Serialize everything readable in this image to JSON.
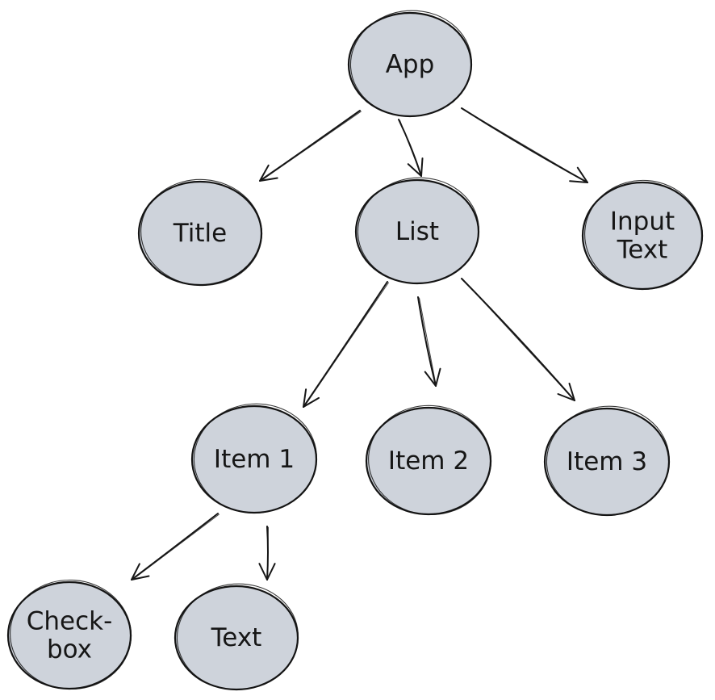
{
  "diagram": {
    "type": "tree",
    "nodes": [
      {
        "id": "app",
        "lines": [
          "App"
        ]
      },
      {
        "id": "title",
        "lines": [
          "Title"
        ]
      },
      {
        "id": "list",
        "lines": [
          "List"
        ]
      },
      {
        "id": "input-text",
        "lines": [
          "Input",
          "Text"
        ]
      },
      {
        "id": "item-1",
        "lines": [
          "Item 1"
        ]
      },
      {
        "id": "item-2",
        "lines": [
          "Item 2"
        ]
      },
      {
        "id": "item-3",
        "lines": [
          "Item 3"
        ]
      },
      {
        "id": "checkbox",
        "lines": [
          "Check-",
          "box"
        ]
      },
      {
        "id": "text",
        "lines": [
          "Text"
        ]
      }
    ],
    "edges": [
      {
        "from": "app",
        "to": "title"
      },
      {
        "from": "app",
        "to": "list"
      },
      {
        "from": "app",
        "to": "input-text"
      },
      {
        "from": "list",
        "to": "item-1"
      },
      {
        "from": "list",
        "to": "item-2"
      },
      {
        "from": "list",
        "to": "item-3"
      },
      {
        "from": "item-1",
        "to": "checkbox"
      },
      {
        "from": "item-1",
        "to": "text"
      }
    ],
    "colors": {
      "node_fill": "#ced3db",
      "stroke": "#161616",
      "background": "#ffffff"
    }
  }
}
